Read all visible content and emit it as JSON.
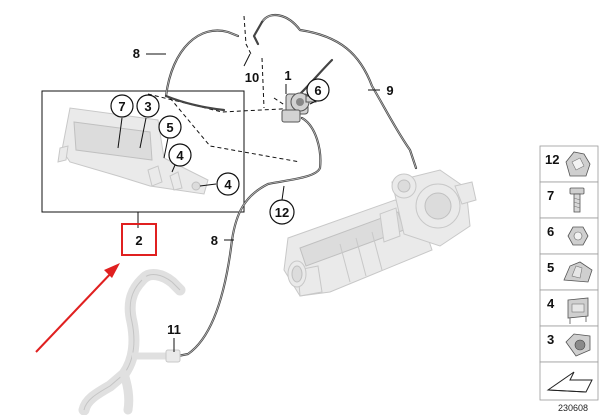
{
  "callouts": {
    "c1": "1",
    "c2": "2",
    "c3": "3",
    "c4a": "4",
    "c4b": "4",
    "c5": "5",
    "c6": "6",
    "c7": "7",
    "c8a": "8",
    "c8b": "8",
    "c9": "9",
    "c10": "10",
    "c11": "11",
    "c12": "12"
  },
  "legend": {
    "items": [
      {
        "number": "12",
        "icon": "clip-icon"
      },
      {
        "number": "7",
        "icon": "screw-icon"
      },
      {
        "number": "6",
        "icon": "hex-nut-icon"
      },
      {
        "number": "5",
        "icon": "cable-clip-icon"
      },
      {
        "number": "4",
        "icon": "bracket-nut-icon"
      },
      {
        "number": "3",
        "icon": "hose-clamp-icon"
      }
    ],
    "arrow_icon": "direction-arrow-icon"
  },
  "diagram_code": "230608",
  "colors": {
    "highlight": "#e02020",
    "hose": "#444444",
    "ghost_part": "#e6e6e6"
  }
}
